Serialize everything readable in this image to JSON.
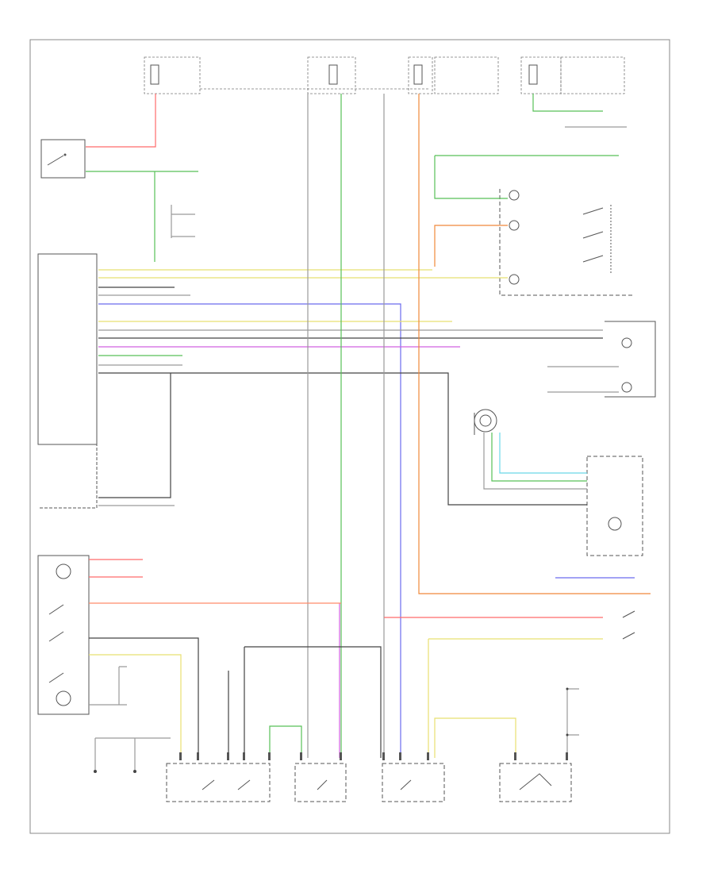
{
  "diagram": {
    "caption_bottom_left": "",
    "colors": {
      "red": "#ff6b6b",
      "green": "#58c058",
      "yellow": "#e8e070",
      "orange": "#f0883a",
      "blue": "#6a6aee",
      "violet": "#d060e0",
      "cyan": "#6ad8e8",
      "gray": "#9a9a9a",
      "dark": "#444444",
      "brown": "#a08a50"
    },
    "components": [
      {
        "id": "fuse-box-left"
      },
      {
        "id": "fuse-box-mid"
      },
      {
        "id": "fuse-box-right"
      },
      {
        "id": "fuse-box-top-right"
      },
      {
        "id": "stop-lamp-switch"
      },
      {
        "id": "cruise-control-module"
      },
      {
        "id": "main-switch"
      },
      {
        "id": "tr-sensor"
      },
      {
        "id": "instrument-cluster"
      },
      {
        "id": "vehicle-speed-sensor"
      },
      {
        "id": "release-valve"
      },
      {
        "id": "clutch-switch"
      },
      {
        "id": "actuator-assembly-left"
      },
      {
        "id": "actuator-assembly-mid"
      },
      {
        "id": "actuator-assembly-right"
      },
      {
        "id": "actuator-motor"
      }
    ]
  }
}
